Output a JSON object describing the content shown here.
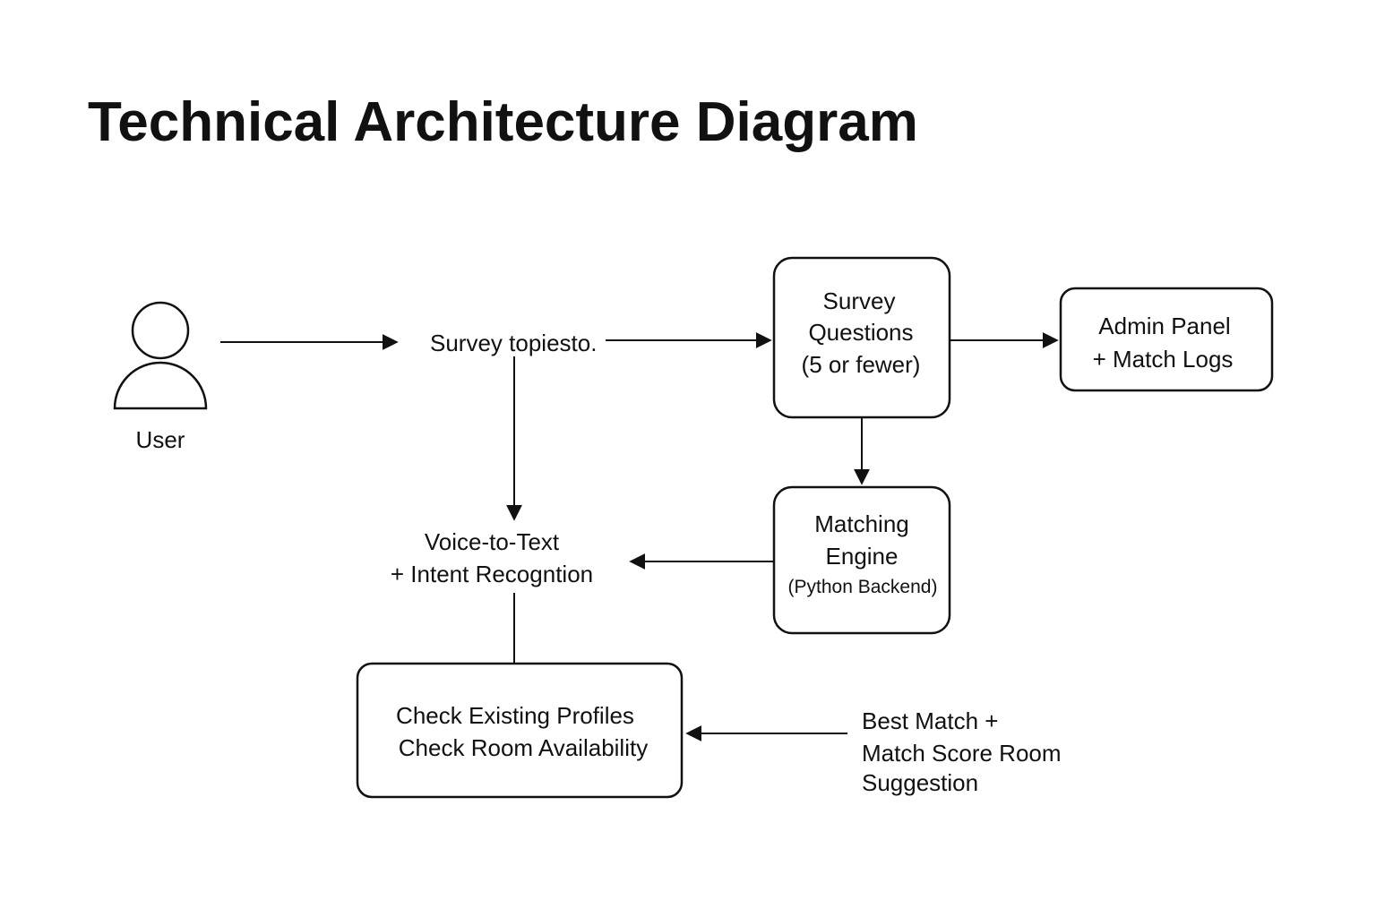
{
  "title": "Technical Architecture Diagram",
  "nodes": {
    "user": {
      "label": "User",
      "icon": "user-icon"
    },
    "survey_topics": {
      "label": "Survey topiesto."
    },
    "survey_questions": {
      "lines": [
        "Survey",
        "Questions",
        "(5 or fewer)"
      ]
    },
    "admin_panel": {
      "lines": [
        "Admin Panel",
        "+ Match Logs"
      ]
    },
    "voice_to_text": {
      "lines": [
        "Voice-to-Text",
        "+ Intent Recogntion"
      ]
    },
    "matching_engine": {
      "lines": [
        "Matching",
        "Engine",
        "(Python Backend)"
      ]
    },
    "check_profiles": {
      "lines": [
        "Check Existing Profiles",
        "Check Room Availability"
      ]
    },
    "best_match": {
      "lines": [
        "Best Match +",
        "Match Score Room",
        "Suggestion"
      ]
    }
  },
  "connections": [
    {
      "from": "user",
      "to": "survey_topics"
    },
    {
      "from": "survey_topics",
      "to": "survey_questions"
    },
    {
      "from": "survey_questions",
      "to": "admin_panel"
    },
    {
      "from": "survey_questions",
      "to": "matching_engine"
    },
    {
      "from": "survey_topics",
      "to": "voice_to_text"
    },
    {
      "from": "matching_engine",
      "to": "voice_to_text"
    },
    {
      "from": "voice_to_text",
      "to": "check_profiles"
    },
    {
      "from": "best_match",
      "to": "check_profiles"
    }
  ]
}
